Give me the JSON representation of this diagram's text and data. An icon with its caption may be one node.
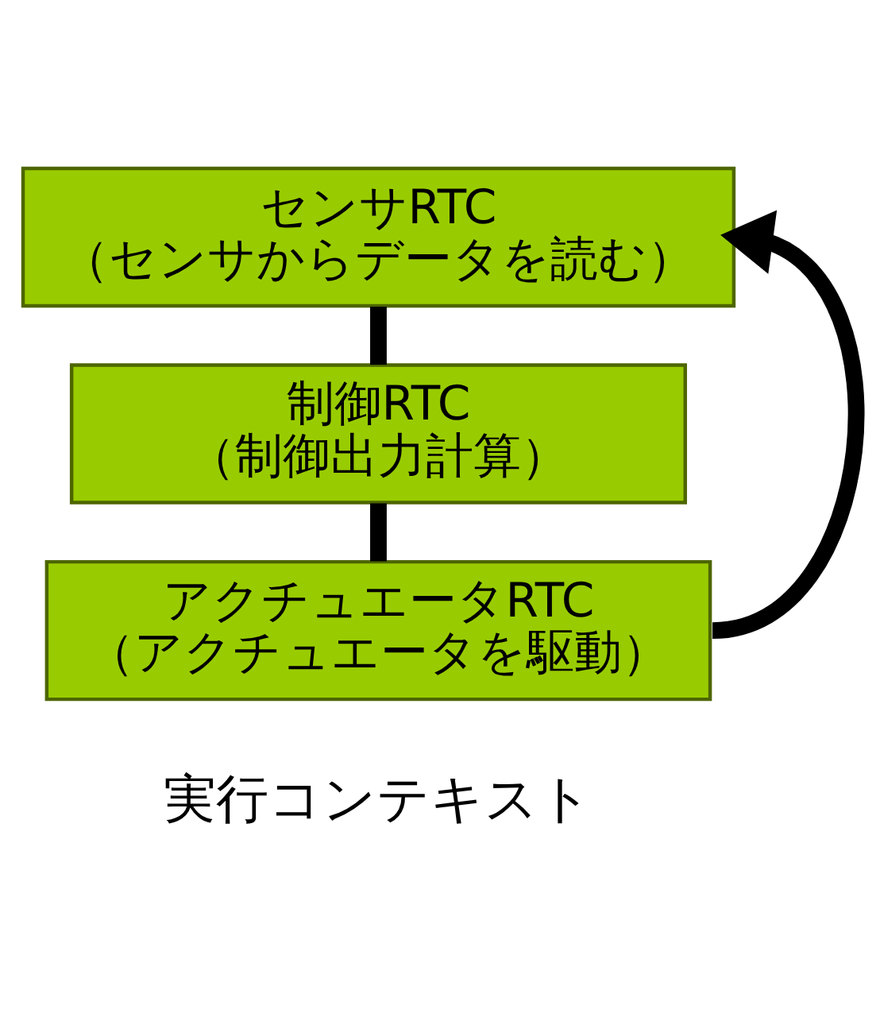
{
  "diagram": {
    "nodes": [
      {
        "text": [
          "センサRTC",
          "（センサからデータを読む）"
        ]
      },
      {
        "text": [
          "制御RTC",
          "（制御出力計算）"
        ]
      },
      {
        "text": [
          "アクチュエータRTC",
          "（アクチュエータを駆動）"
        ]
      }
    ],
    "edges": [
      {
        "from": 0,
        "to": 1,
        "arrow": "none"
      },
      {
        "from": 1,
        "to": 2,
        "arrow": "none"
      },
      {
        "from": 2,
        "to": 0,
        "arrow": "to"
      }
    ],
    "labels": [
      "実行コンテキスト"
    ]
  }
}
